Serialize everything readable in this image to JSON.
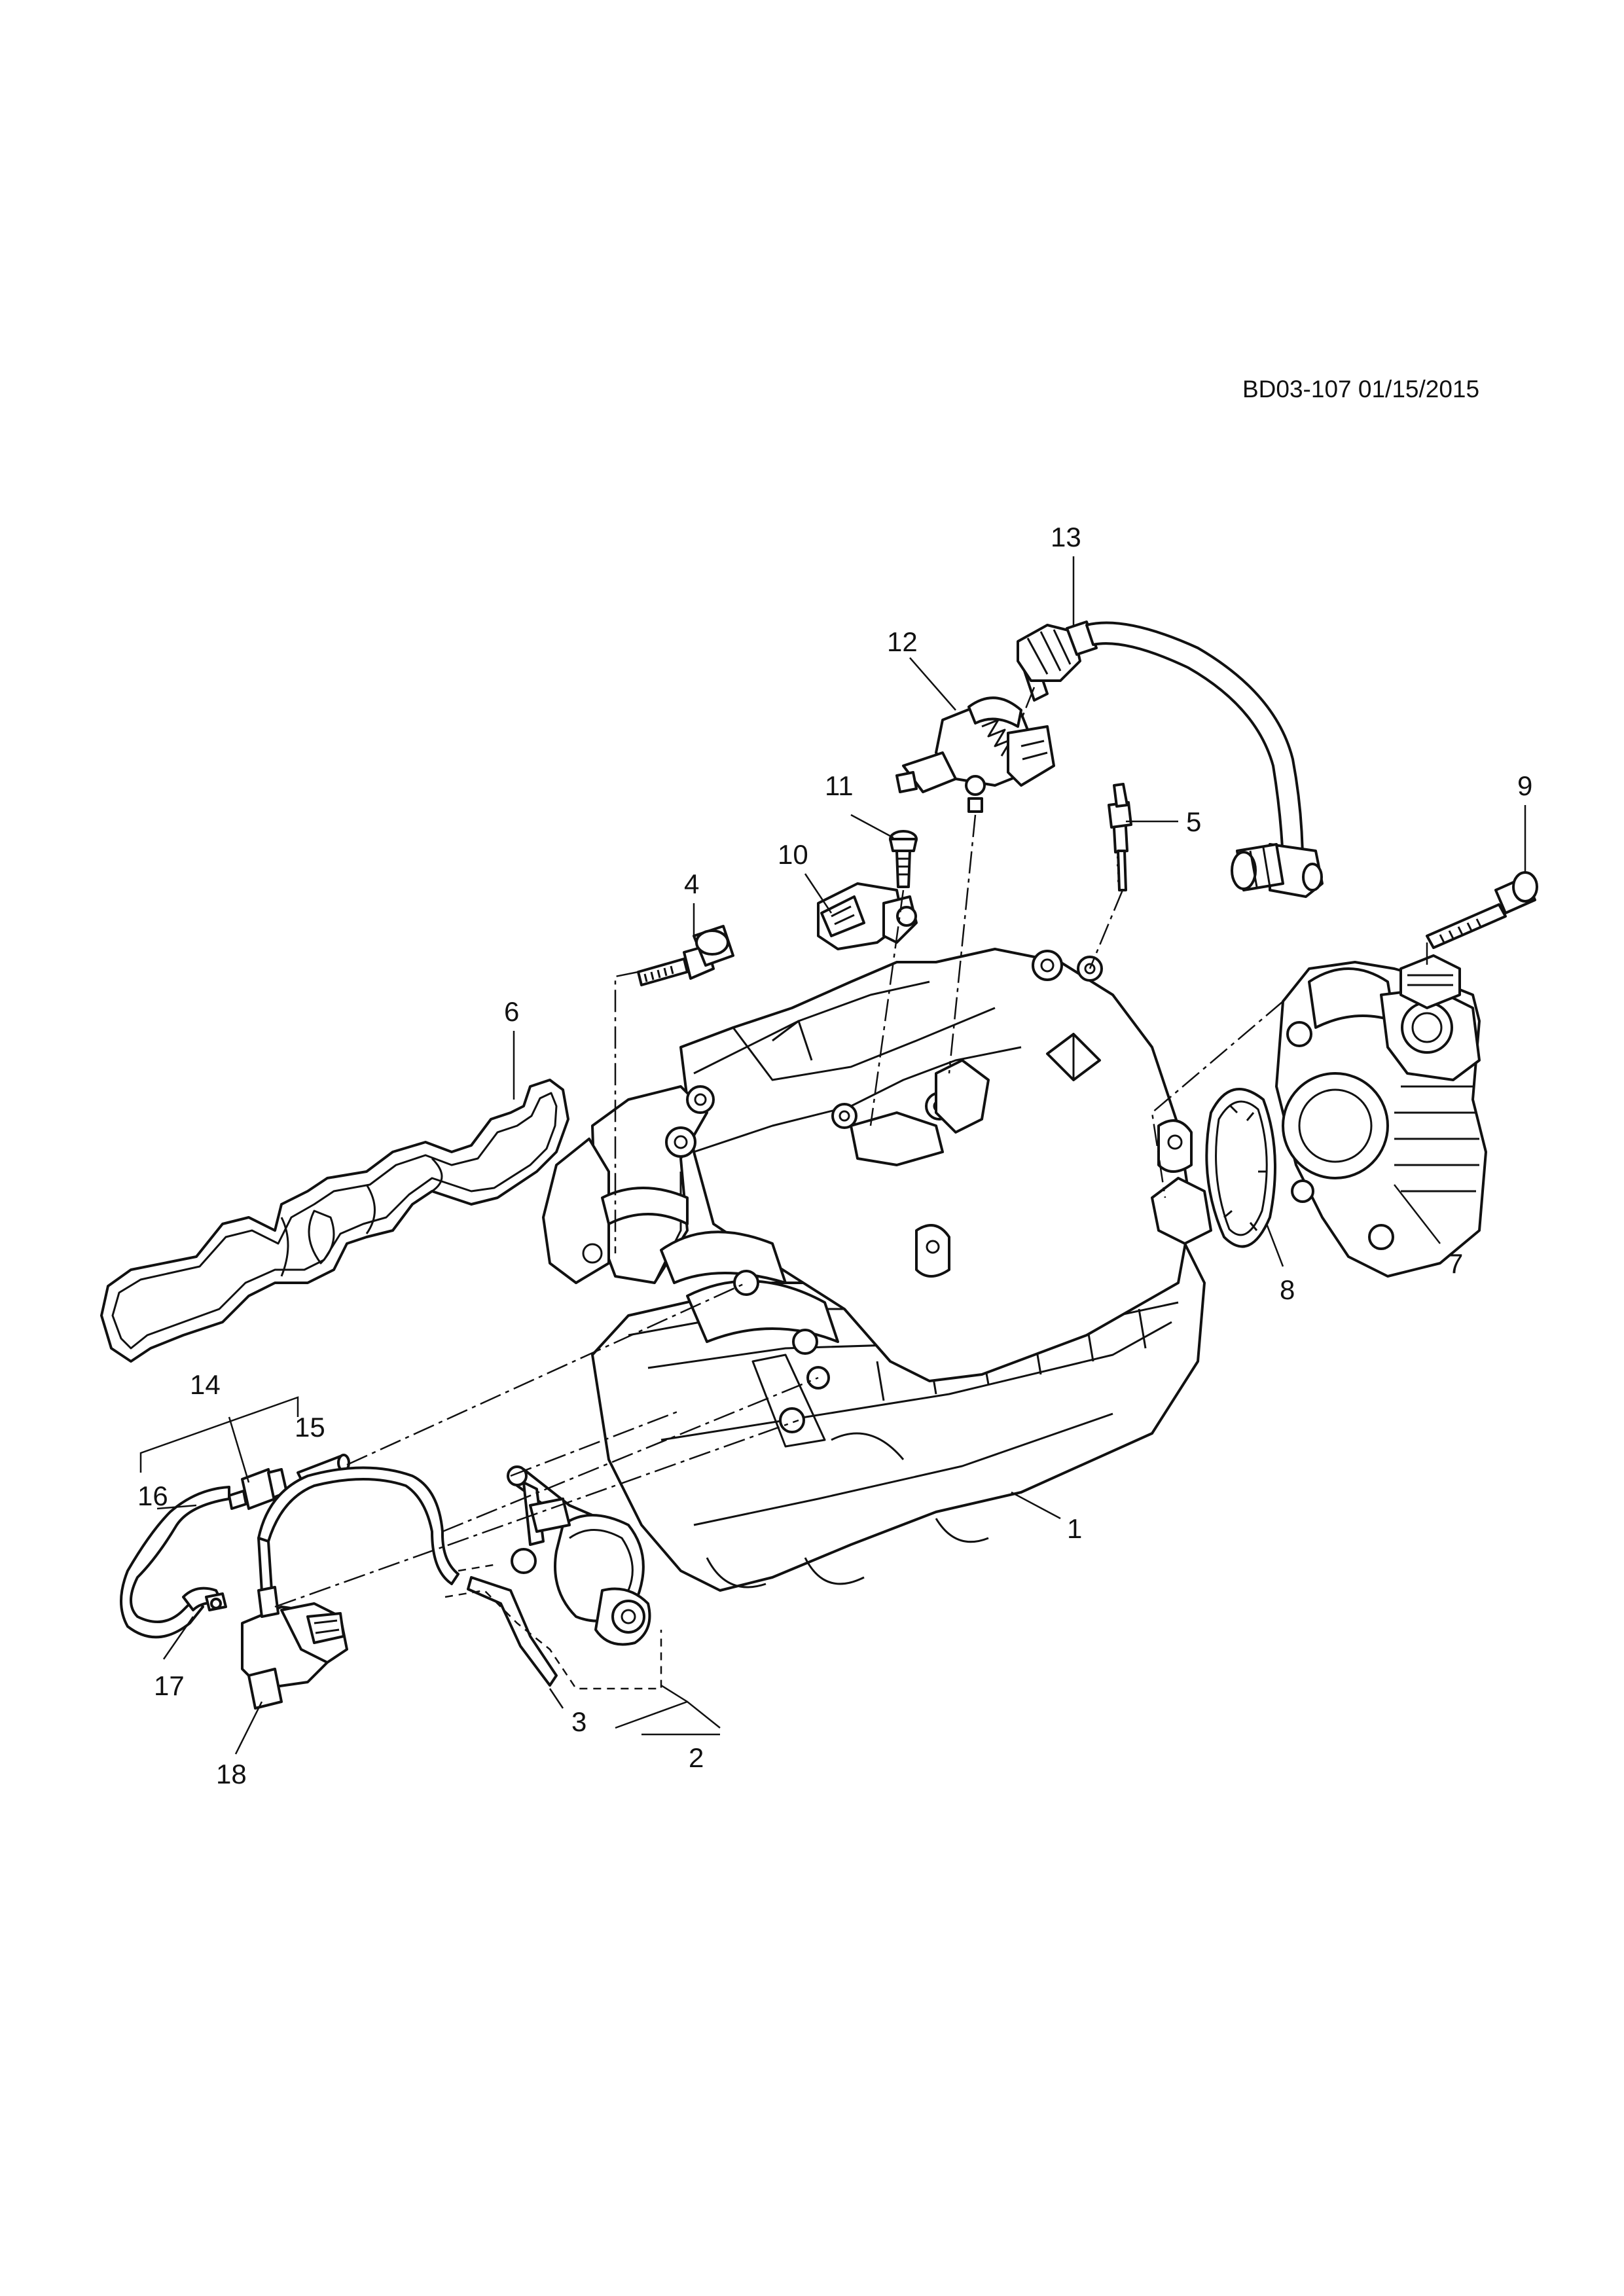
{
  "document": {
    "reference": "BD03-107 01/15/2015"
  },
  "callouts": [
    {
      "id": "1",
      "label": "1"
    },
    {
      "id": "2",
      "label": "2"
    },
    {
      "id": "3",
      "label": "3"
    },
    {
      "id": "4",
      "label": "4"
    },
    {
      "id": "5",
      "label": "5"
    },
    {
      "id": "6",
      "label": "6"
    },
    {
      "id": "7",
      "label": "7"
    },
    {
      "id": "8",
      "label": "8"
    },
    {
      "id": "9",
      "label": "9"
    },
    {
      "id": "10",
      "label": "10"
    },
    {
      "id": "11",
      "label": "11"
    },
    {
      "id": "12",
      "label": "12"
    },
    {
      "id": "13",
      "label": "13"
    },
    {
      "id": "14",
      "label": "14"
    },
    {
      "id": "15",
      "label": "15"
    },
    {
      "id": "16",
      "label": "16"
    },
    {
      "id": "17",
      "label": "17"
    },
    {
      "id": "18",
      "label": "18"
    }
  ]
}
